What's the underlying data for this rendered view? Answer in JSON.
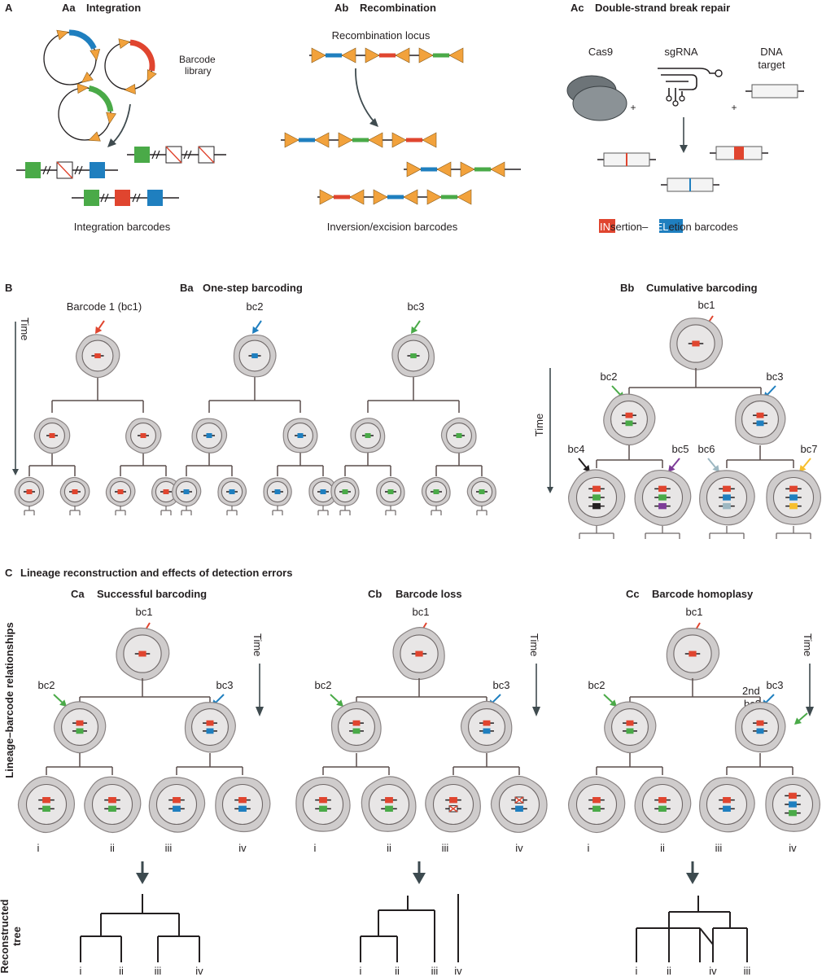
{
  "colors": {
    "red": "#e0452f",
    "blue": "#1f7fbf",
    "green": "#4aaa48",
    "orange": "#f2a23c",
    "black": "#231f20",
    "purple": "#7d3c98",
    "grey": "#9db8c2",
    "yellow": "#f7bf2d",
    "cell": "#cfcccc",
    "cellEdge": "#8b8585",
    "nucleus": "#e8e6e6",
    "arrowDark": "#3f4b4f"
  },
  "panelA": {
    "label": "A",
    "aa": {
      "id": "Aa",
      "title": "Integration",
      "library": "Barcode\nlibrary",
      "caption": "Integration barcodes"
    },
    "ab": {
      "id": "Ab",
      "title": "Recombination",
      "locus": "Recombination locus",
      "caption": "Inversion/excision barcodes"
    },
    "ac": {
      "id": "Ac",
      "title": "Double-strand break repair",
      "cas9": "Cas9",
      "sgrna": "sgRNA",
      "target": "DNA\ntarget",
      "plus": "+",
      "caption_in": "IN",
      "caption_mid": "sertion–",
      "caption_del": "DEL",
      "caption_end": "etion barcodes"
    }
  },
  "panelB": {
    "label": "B",
    "time": "Time",
    "ba": {
      "id": "Ba",
      "title": "One-step barcoding",
      "bc1": "Barcode 1 (bc1)",
      "bc2": "bc2",
      "bc3": "bc3"
    },
    "bb": {
      "id": "Bb",
      "title": "Cumulative barcoding",
      "labels": [
        "bc1",
        "bc2",
        "bc3",
        "bc4",
        "bc5",
        "bc6",
        "bc7"
      ]
    }
  },
  "panelC": {
    "label": "C",
    "title": "Lineage reconstruction and effects of detection errors",
    "side_top": "Lineage–barcode relationships",
    "side_bottom": "Reconstructed\ntree",
    "time": "Time",
    "bc1": "bc1",
    "bc2": "bc2",
    "bc3": "bc3",
    "leaves": [
      "i",
      "ii",
      "iii",
      "iv"
    ],
    "ca": {
      "id": "Ca",
      "title": "Successful barcoding",
      "tree_labels": [
        "i",
        "ii",
        "iii",
        "iv"
      ]
    },
    "cb": {
      "id": "Cb",
      "title": "Barcode loss",
      "tree_labels": [
        "i",
        "ii",
        "iii",
        "iv"
      ]
    },
    "cc": {
      "id": "Cc",
      "title": "Barcode homoplasy",
      "second": "2nd\nbc2\nlabel",
      "tree_labels": [
        "i",
        "ii",
        "iv",
        "iii"
      ]
    }
  }
}
